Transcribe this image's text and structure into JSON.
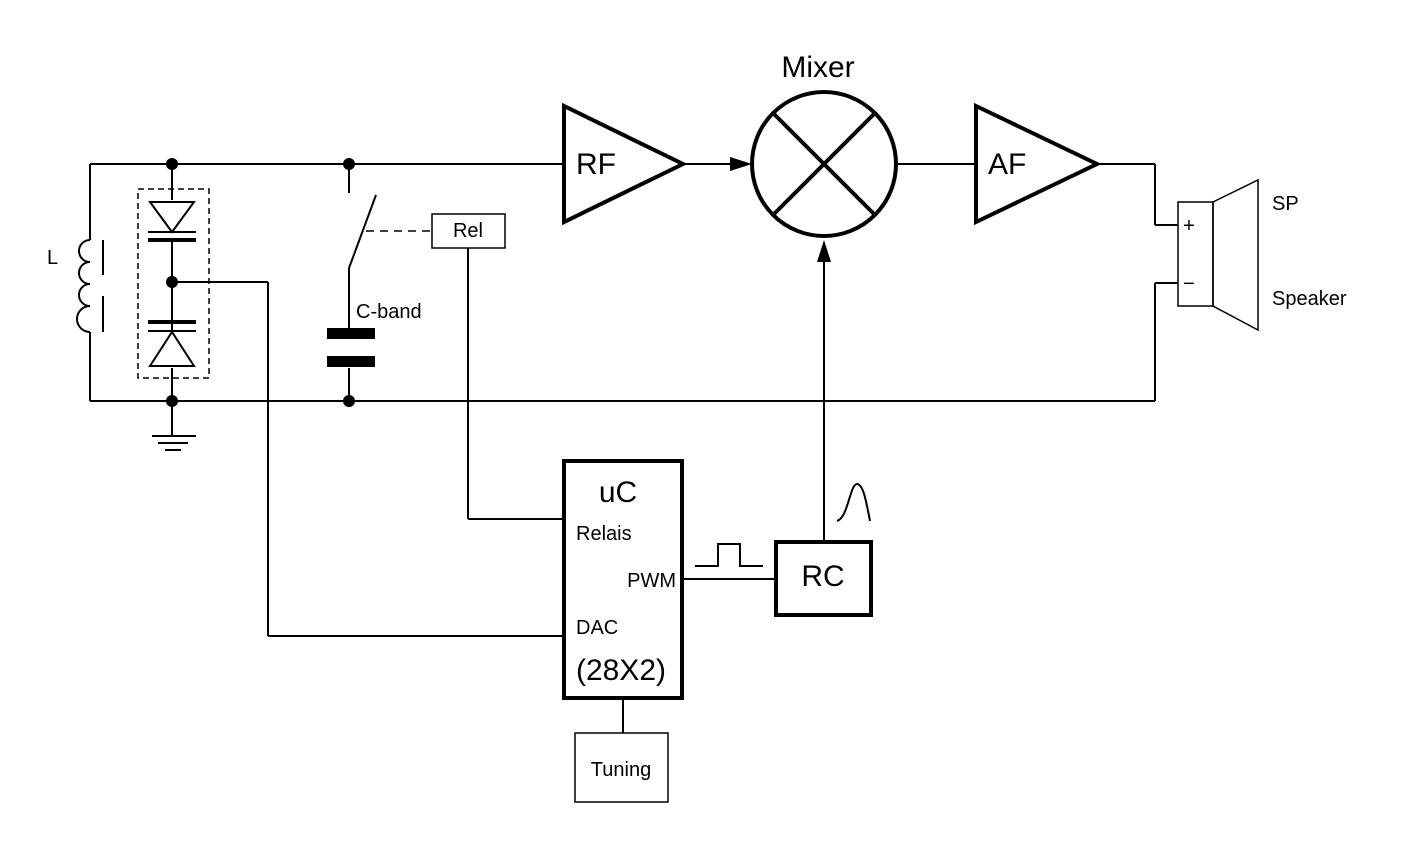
{
  "labels": {
    "mixer": "Mixer",
    "rf": "RF",
    "af": "AF",
    "rel": "Rel",
    "c_band": "C-band",
    "inductor": "L",
    "sp": "SP",
    "speaker": "Speaker",
    "plus": "+",
    "minus": "−",
    "uc_title": "uC",
    "uc_relais": "Relais",
    "uc_pwm": "PWM",
    "uc_dac": "DAC",
    "uc_model": "(28X2)",
    "rc": "RC",
    "tuning": "Tuning"
  }
}
